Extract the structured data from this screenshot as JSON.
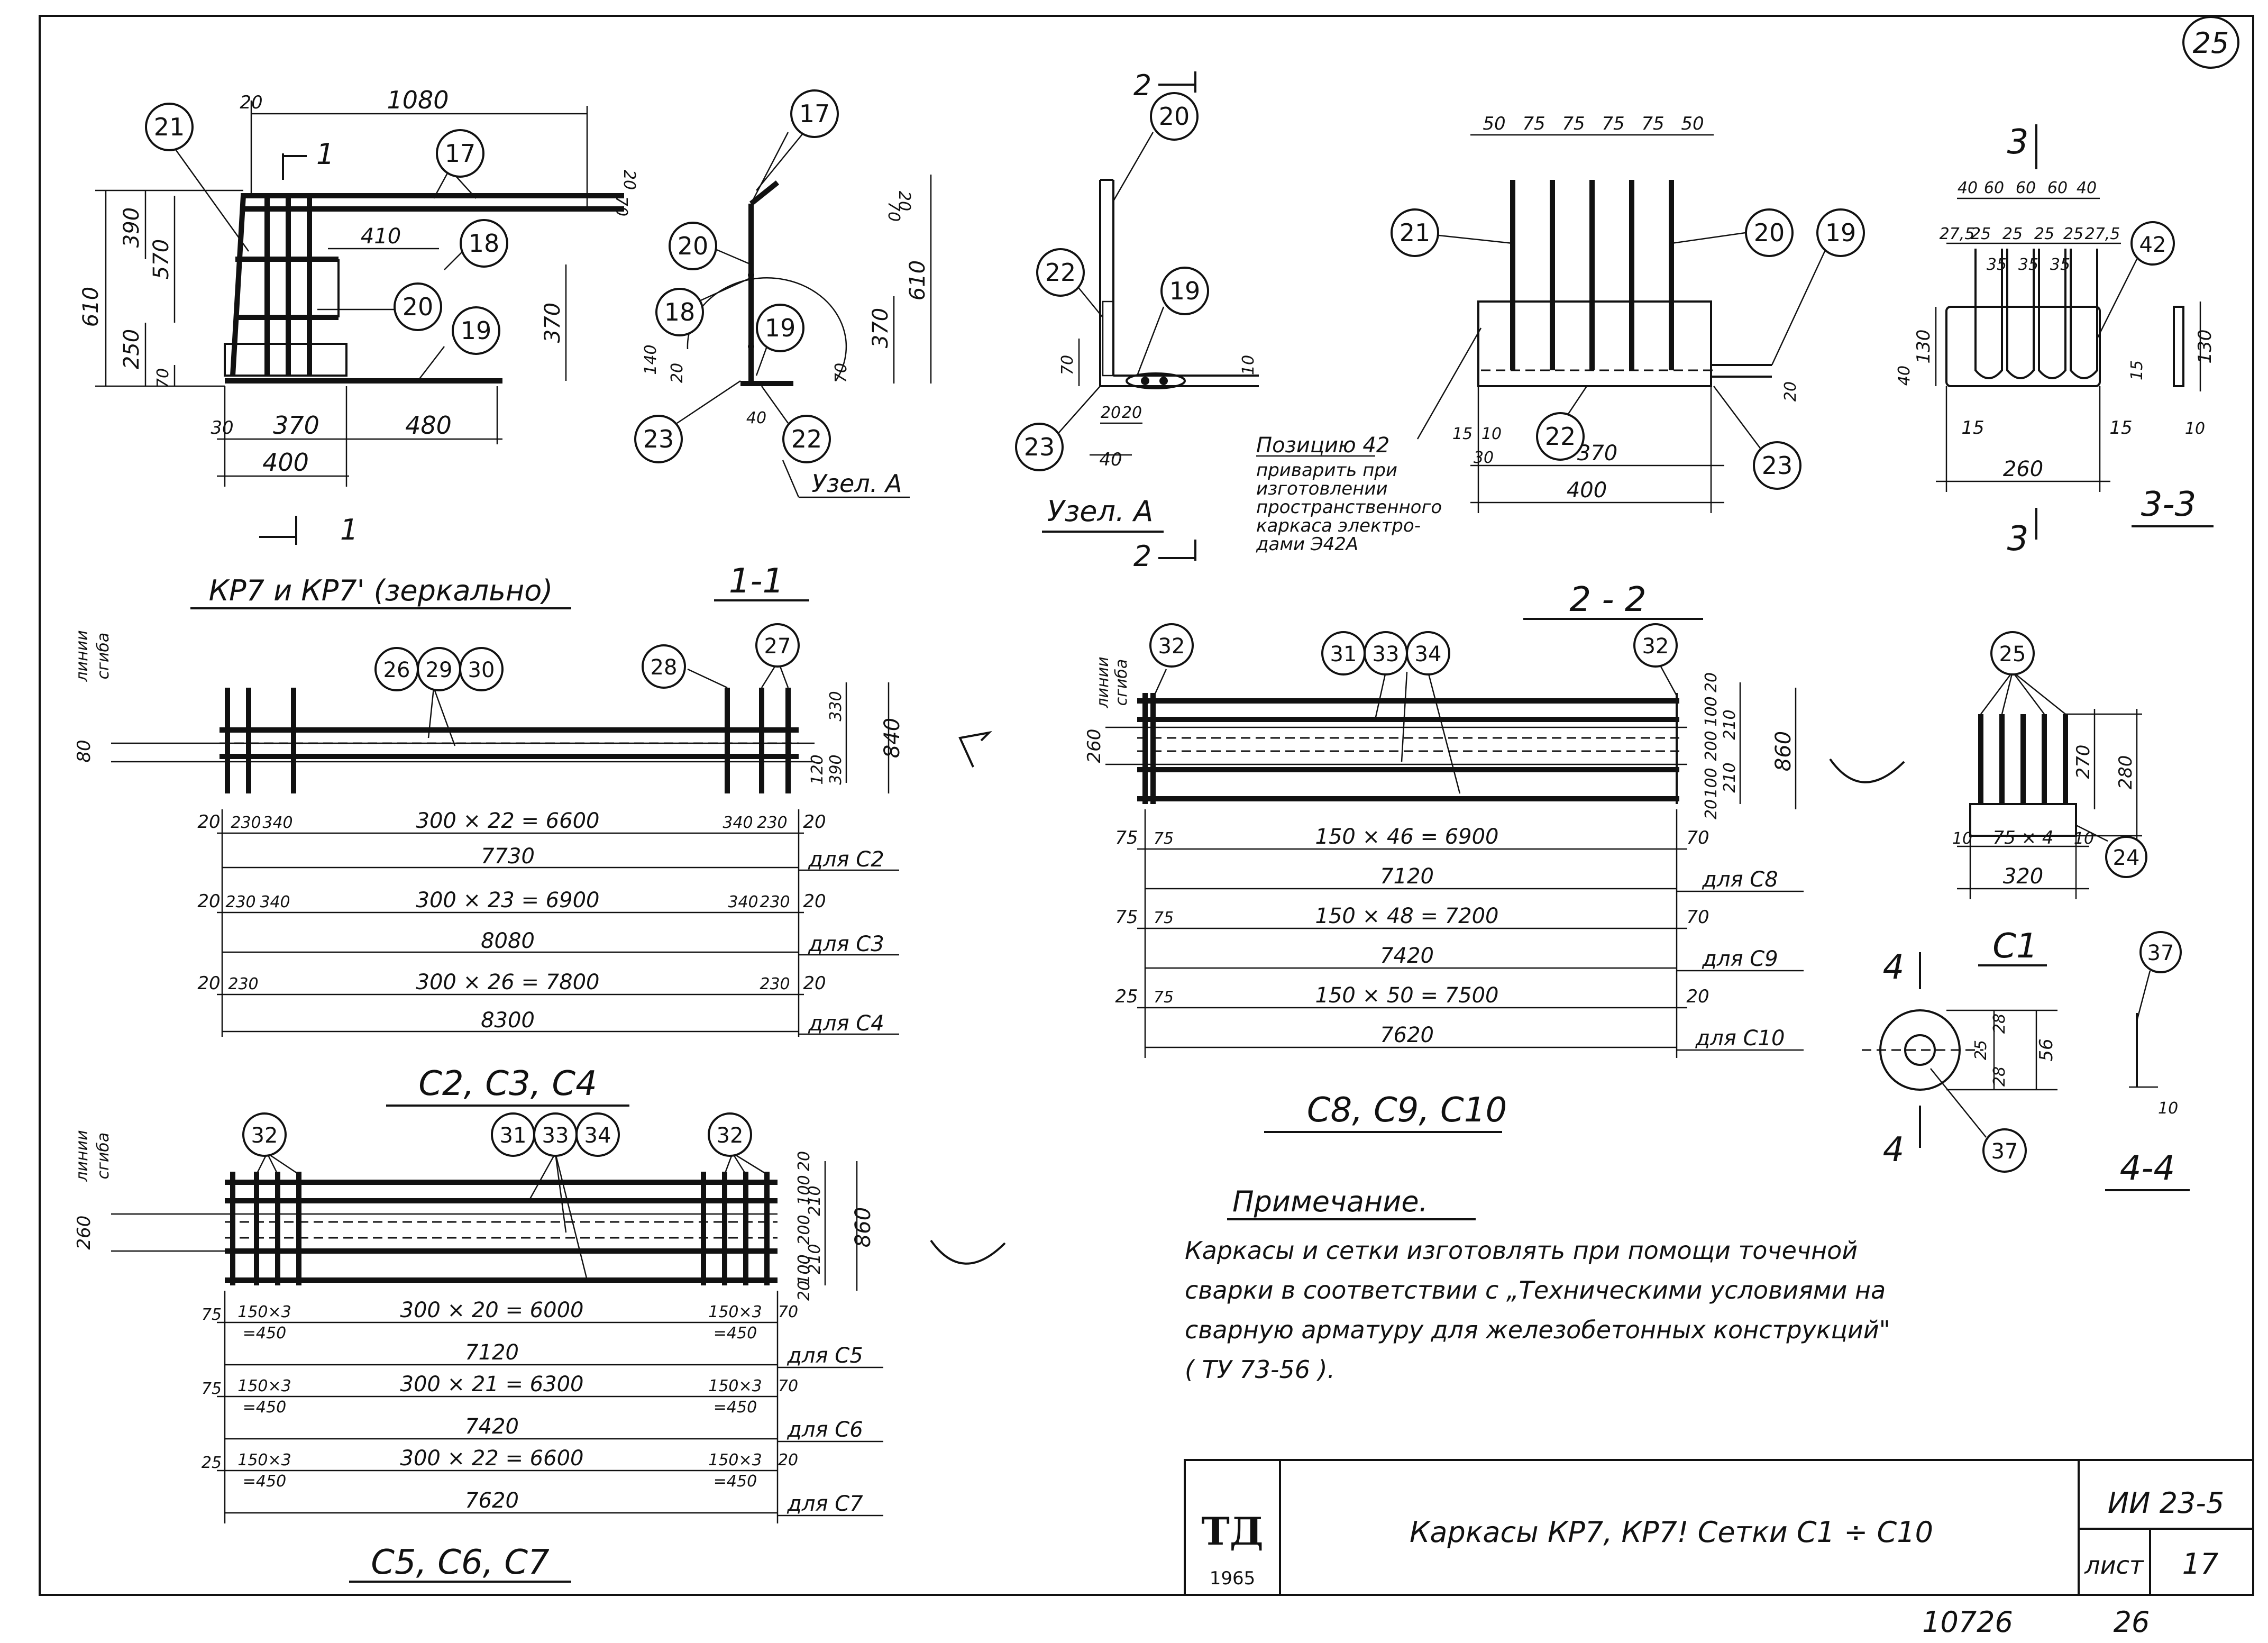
{
  "sheet": {
    "corner_number": "25",
    "bottom_numbers": [
      "10726",
      "26"
    ]
  },
  "kp7": {
    "caption": "КР7 и КР7' (зеркально)",
    "dims": {
      "d1080": "1080",
      "d20a": "20",
      "d610": "610",
      "d390": "390",
      "d570": "570",
      "d250": "250",
      "d70": "70",
      "d410": "410",
      "d370": "370",
      "d30": "30",
      "d370b": "370",
      "d480": "480",
      "d400": "400",
      "d20b": "20",
      "d70b": "70"
    },
    "section_mark": "1",
    "labels": {
      "p21": "21",
      "p17": "17",
      "p18": "18",
      "p20": "20",
      "p19": "19"
    }
  },
  "section11": {
    "caption": "1-1",
    "dims": {
      "d20": "20",
      "d70": "70",
      "d610": "610",
      "d370": "370",
      "d140": "140",
      "d20b": "20",
      "d40": "40",
      "d70b": "70"
    },
    "labels": {
      "p17": "17",
      "p20": "20",
      "p18": "18",
      "p19": "19",
      "p23": "23",
      "p22": "22"
    },
    "node": "Узел. А"
  },
  "nodeA": {
    "caption": "Узел. А",
    "section_mark": "2",
    "dims": {
      "d70": "70",
      "d20": "20",
      "d20b": "20",
      "d40": "40",
      "d10": "10"
    },
    "labels": {
      "p20": "20",
      "p22": "22",
      "p19": "19",
      "p23": "23"
    }
  },
  "section22top": {
    "dims_top": [
      "50",
      "75",
      "75",
      "75",
      "75",
      "50"
    ],
    "dims": {
      "d15": "15",
      "d10": "10",
      "d30": "30",
      "d370": "370",
      "d400": "400",
      "d20": "20"
    },
    "labels": {
      "p21": "21",
      "p20": "20",
      "p19": "19",
      "p22": "22",
      "p23": "23"
    },
    "note": [
      "Позицию 42",
      "приварить при",
      "изготовлении",
      "пространственного",
      "каркаса электро-",
      "дами Э42А"
    ]
  },
  "section33": {
    "caption": "3-3",
    "section_mark": "3",
    "dims_top": [
      "40",
      "60",
      "60",
      "60",
      "40"
    ],
    "dims_mid": [
      "27,5",
      "25",
      "25",
      "25",
      "25",
      "27,5"
    ],
    "dims_35": [
      "35",
      "35",
      "35"
    ],
    "dims": {
      "d130": "130",
      "d40": "40",
      "d15a": "15",
      "d15b": "15",
      "d15c": "15",
      "d260": "260",
      "d130b": "130",
      "d10": "10"
    },
    "labels": {
      "p42": "42"
    }
  },
  "c2c4": {
    "caption": "С2, С3, С4",
    "side_label": [
      "линии",
      "сгиба"
    ],
    "d80": "80",
    "right_dims": {
      "d330": "330",
      "d840": "840",
      "d120": "120",
      "d390": "390"
    },
    "labels": {
      "p26": "26",
      "p29": "29",
      "p30": "30",
      "p28": "28",
      "p27": "27"
    },
    "rows": [
      {
        "left": "20",
        "a": "230",
        "b": "340",
        "mid": "300 × 22 = 6600",
        "c": "340",
        "d": "230",
        "right": "20",
        "total": "7730",
        "for": "для С2"
      },
      {
        "left": "20",
        "a": "230",
        "b": "340",
        "mid": "300 × 23 = 6900",
        "c": "340",
        "d": "230",
        "right": "20",
        "total": "8080",
        "for": "для С3"
      },
      {
        "left": "20",
        "a": "230",
        "b": "",
        "mid": "300 × 26 = 7800",
        "c": "",
        "d": "230",
        "right": "20",
        "total": "8300",
        "for": "для С4"
      }
    ]
  },
  "c8c10": {
    "caption": "С8, С9, С10",
    "title": "2 - 2",
    "side_label": [
      "линии",
      "сгиба"
    ],
    "d260": "260",
    "right_dims": {
      "d20a": "20",
      "d100a": "100",
      "d200": "200",
      "d210a": "210",
      "d100b": "100",
      "d210b": "210",
      "d20b": "20",
      "d860": "860"
    },
    "labels": {
      "p32a": "32",
      "p31": "31",
      "p33": "33",
      "p34": "34",
      "p32b": "32"
    },
    "rows": [
      {
        "left": "75",
        "a": "75",
        "mid": "150 × 46 = 6900",
        "right": "70",
        "total": "7120",
        "for": "для С8"
      },
      {
        "left": "75",
        "a": "75",
        "mid": "150 × 48 = 7200",
        "right": "70",
        "total": "7420",
        "for": "для С9"
      },
      {
        "left": "25",
        "a": "75",
        "mid": "150 × 50 = 7500",
        "right": "20",
        "total": "7620",
        "for": "для С10"
      }
    ]
  },
  "section25": {
    "dims": {
      "d270": "270",
      "d280": "280",
      "d10a": "10",
      "d75x4": "75 × 4",
      "d10b": "10",
      "d320": "320"
    },
    "labels": {
      "p25": "25",
      "p24": "24"
    }
  },
  "c1": {
    "caption": "С1",
    "section_mark": "4",
    "dims": {
      "d28a": "28",
      "d25": "25",
      "d28b": "28",
      "d56": "56"
    },
    "labels": {
      "p37": "37"
    }
  },
  "section44": {
    "caption": "4-4",
    "dims": {
      "d10": "10"
    },
    "labels": {
      "p37": "37"
    }
  },
  "c5c7": {
    "caption": "С5, С6, С7",
    "side_label": [
      "линии",
      "сгиба"
    ],
    "d260": "260",
    "right_dims": {
      "d20a": "20",
      "d100a": "100",
      "d210a": "210",
      "d200": "200",
      "d210b": "210",
      "d100b": "100",
      "d20b": "20",
      "d860": "860"
    },
    "labels": {
      "p32a": "32",
      "p31": "31",
      "p33": "33",
      "p34": "34",
      "p32b": "32"
    },
    "rows": [
      {
        "left": "75",
        "a1": "150×3",
        "a2": "=450",
        "mid": "300 × 20 = 6000",
        "b1": "150×3",
        "b2": "=450",
        "right": "70",
        "total": "7120",
        "for": "для С5"
      },
      {
        "left": "75",
        "a1": "150×3",
        "a2": "=450",
        "mid": "300 × 21 = 6300",
        "b1": "150×3",
        "b2": "=450",
        "right": "70",
        "total": "7420",
        "for": "для С6"
      },
      {
        "left": "25",
        "a1": "150×3",
        "a2": "=450",
        "mid": "300 × 22 = 6600",
        "b1": "150×3",
        "b2": "=450",
        "right": "20",
        "total": "7620",
        "for": "для С7"
      }
    ]
  },
  "note": {
    "heading": "Примечание.",
    "lines": [
      "Каркасы и сетки изготовлять при помощи точечной",
      "сварки в соответствии с „Техническими условиями на",
      "сварную арматуру для железобетонных конструкций\"",
      "( ТУ 73-56 )."
    ]
  },
  "titleblock": {
    "logo": "ТД",
    "year": "1965",
    "title": "Каркасы КР7, КР7! Сетки С1 ÷ С10",
    "code": "ИИ 23-5",
    "sheet_label": "лист",
    "sheet_number": "17"
  }
}
